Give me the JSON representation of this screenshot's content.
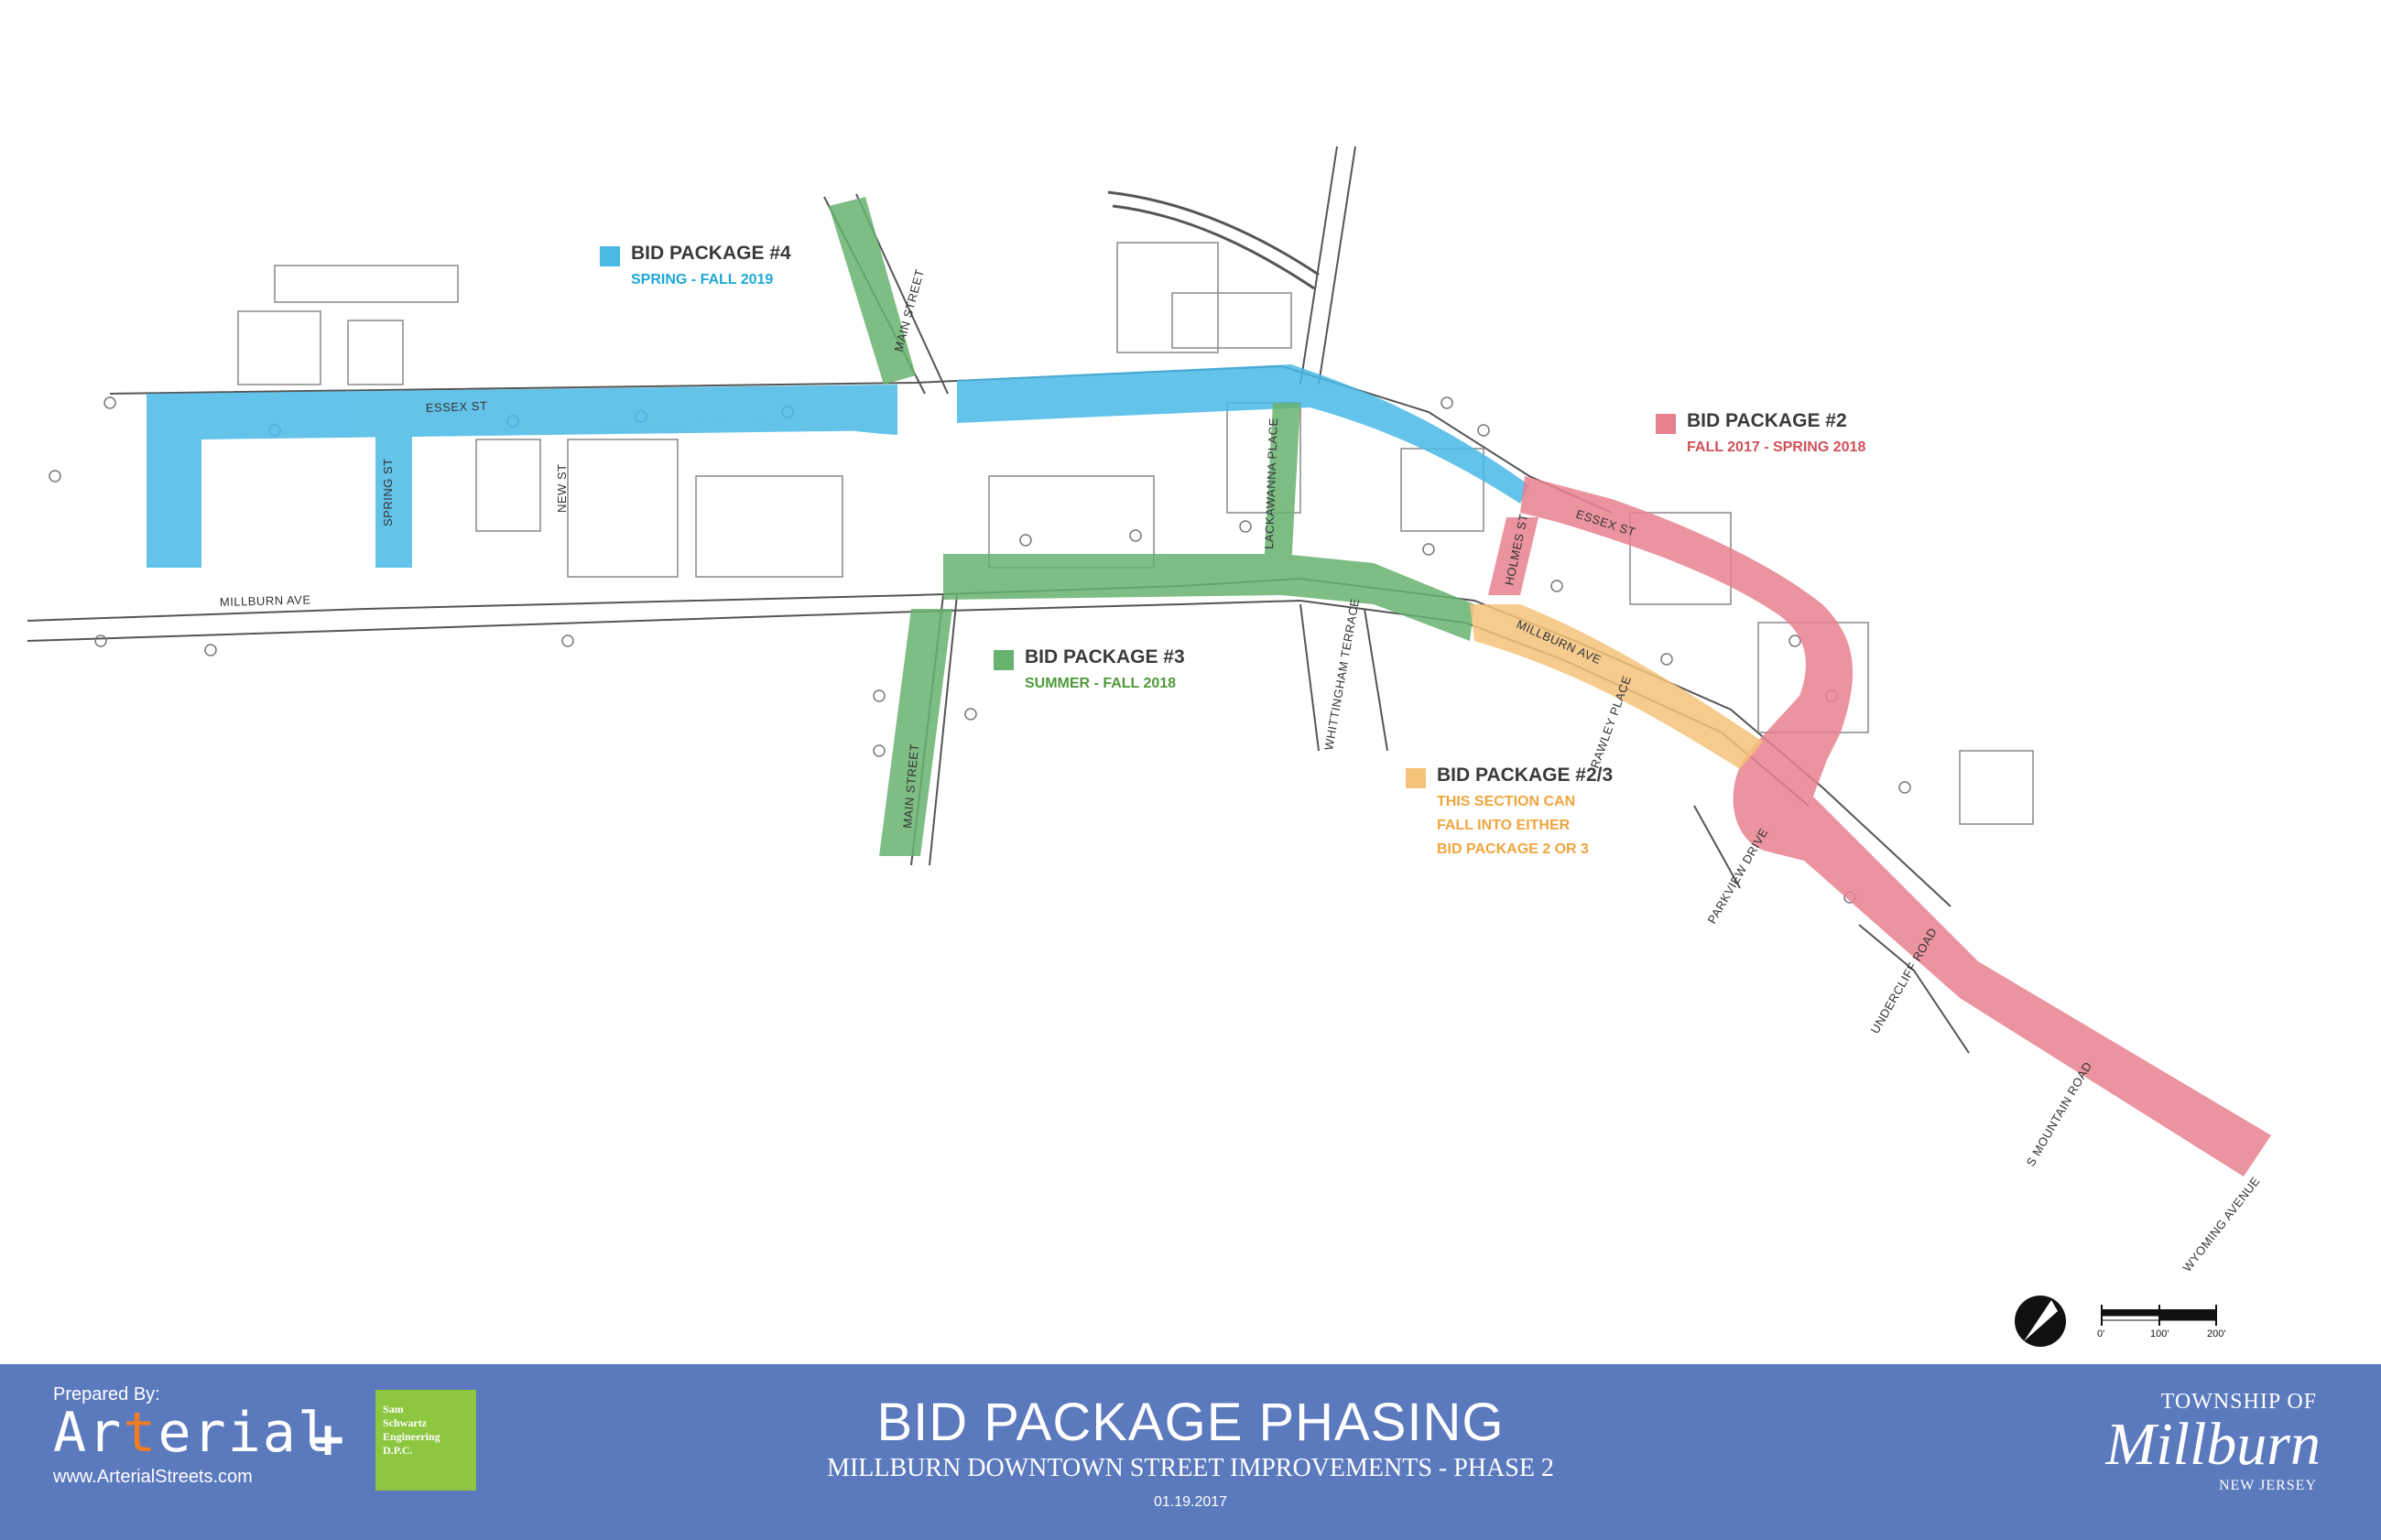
{
  "legend": {
    "pkg4": {
      "title": "BID PACKAGE #4",
      "sub": [
        "SPRING - FALL 2019"
      ],
      "color": "#49b9e6",
      "text_color": "#1ea8d8"
    },
    "pkg2": {
      "title": "BID PACKAGE #2",
      "sub": [
        "FALL 2017 - SPRING 2018"
      ],
      "color": "#e8818f",
      "text_color": "#d0505a"
    },
    "pkg3": {
      "title": "BID PACKAGE #3",
      "sub": [
        "SUMMER - FALL 2018"
      ],
      "color": "#67b26f",
      "text_color": "#4e9a3a"
    },
    "pkg23": {
      "title": "BID PACKAGE #2/3",
      "sub": [
        "THIS SECTION CAN",
        "FALL INTO EITHER",
        "BID PACKAGE 2 OR 3"
      ],
      "color": "#f5c27a",
      "text_color": "#f0a53e"
    }
  },
  "streets": {
    "essex_west": "ESSEX ST",
    "essex_east": "ESSEX ST",
    "spring": "SPRING ST",
    "new": "NEW ST",
    "millburn_west": "MILLBURN AVE",
    "millburn_east": "MILLBURN AVE",
    "main_north": "MAIN STREET",
    "main_south": "MAIN STREET",
    "lackawanna": "LACKAWANNA PLACE",
    "whittingham": "WHITTINGHAM TERRACE",
    "holmes": "HOLMES ST",
    "rawley": "RAWLEY PLACE",
    "parkview": "PARKVIEW DRIVE",
    "undercliff": "UNDERCLIFF ROAD",
    "s_mountain": "S MOUNTAIN ROAD",
    "wyoming": "WYOMING AVENUE"
  },
  "scale": {
    "labels": [
      "0'",
      "100'",
      "200'"
    ]
  },
  "footer": {
    "prepared_by": "Prepared By:",
    "arterial_pre": "Ar",
    "arterial_t": "t",
    "arterial_post": "erial",
    "plus": "+",
    "arterial_url": "www.ArterialStreets.com",
    "sse_name": "Sam\nSchwartz\nEngineering\nD.P.C.",
    "title": "BID PACKAGE PHASING",
    "subtitle": "MILLBURN DOWNTOWN STREET IMPROVEMENTS - PHASE 2",
    "date": "01.19.2017",
    "township_top": "TOWNSHIP OF",
    "township_name": "Millburn",
    "township_state": "NEW JERSEY"
  }
}
